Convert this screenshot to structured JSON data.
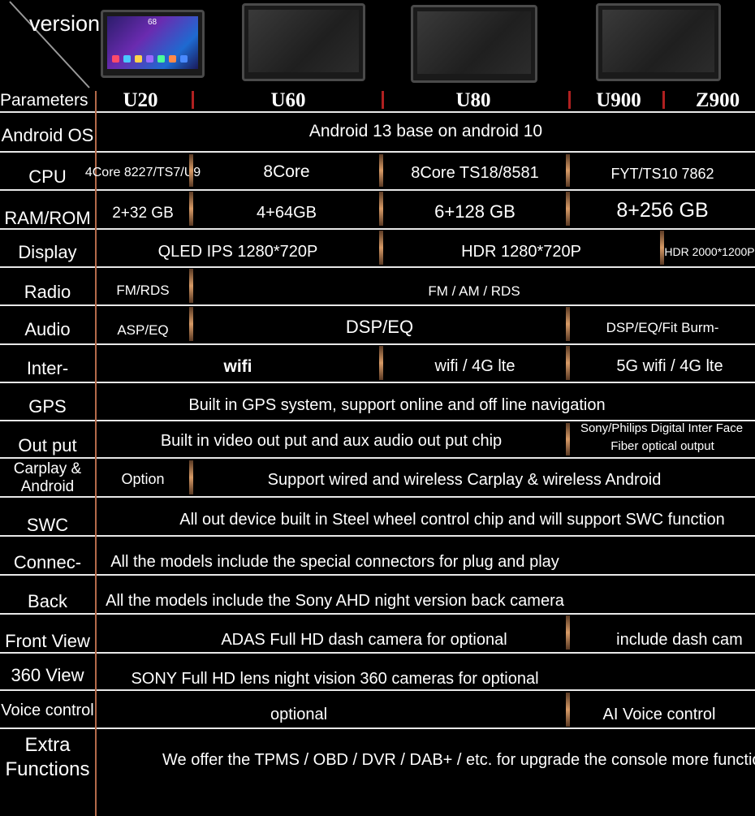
{
  "header": {
    "version_label": "version",
    "parameters_label": "Parameters",
    "models": [
      "U20",
      "U60",
      "U80",
      "U900",
      "Z900"
    ]
  },
  "screen_thumb": {
    "clock": "68"
  },
  "rows": [
    {
      "param": "Android OS",
      "cells": [
        "Android 13 base on android 10"
      ]
    },
    {
      "param": "CPU",
      "cells": [
        "4Core 8227/TS7/U9",
        "8Core",
        "8Core TS18/8581",
        "FYT/TS10 7862"
      ]
    },
    {
      "param": "RAM/ROM",
      "cells": [
        "2+32 GB",
        "4+64GB",
        "6+128 GB",
        "8+256 GB"
      ]
    },
    {
      "param": "Display",
      "cells": [
        "QLED IPS 1280*720P",
        "HDR 1280*720P",
        "HDR 2000*1200P"
      ]
    },
    {
      "param": "Radio",
      "cells": [
        "FM/RDS",
        "FM / AM / RDS"
      ]
    },
    {
      "param": "Audio",
      "cells": [
        "ASP/EQ",
        "DSP/EQ",
        "DSP/EQ/Fit Burm-"
      ]
    },
    {
      "param": "Inter-",
      "cells": [
        "wifi",
        "wifi / 4G lte",
        "5G wifi / 4G lte"
      ]
    },
    {
      "param": "GPS",
      "cells": [
        "Built in GPS system, support online and off line navigation"
      ]
    },
    {
      "param": "Out put",
      "cells": [
        "Built in video out put and aux audio out put chip",
        "Sony/Philips Digital Inter Face",
        "Fiber optical output"
      ]
    },
    {
      "param": [
        "Carplay &",
        "Android"
      ],
      "cells": [
        "Option",
        "Support wired and wireless Carplay & wireless Android"
      ]
    },
    {
      "param": "SWC",
      "cells": [
        "All out device built in Steel wheel control chip and will support SWC function"
      ]
    },
    {
      "param": "Connec-",
      "cells": [
        "All the models include the special connectors for plug and play"
      ]
    },
    {
      "param": "Back",
      "cells": [
        "All the models include the Sony AHD night version back camera"
      ]
    },
    {
      "param": "Front View",
      "cells": [
        "ADAS Full HD dash camera for optional",
        "include dash cam"
      ]
    },
    {
      "param": "360 View",
      "cells": [
        "SONY Full HD lens night vision 360 cameras for optional"
      ]
    },
    {
      "param": "Voice control",
      "cells": [
        "optional",
        "AI Voice control"
      ]
    },
    {
      "param": [
        "Extra",
        "Functions"
      ],
      "cells": [
        "We offer the TPMS / OBD / DVR / DAB+ / etc. for upgrade the console more functions"
      ]
    }
  ],
  "colors": {
    "background": "#000000",
    "grid_line": "#e8e8e8",
    "param_divider": "#b36a4a",
    "header_divider": "#b02020",
    "cell_divider": "#c98a58"
  }
}
